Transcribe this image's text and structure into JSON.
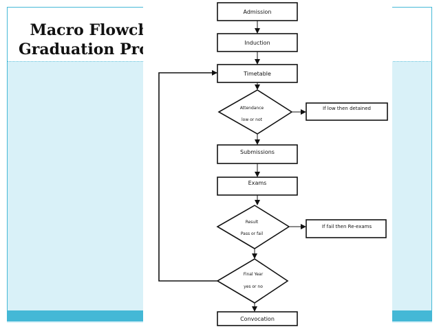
{
  "slide": {
    "title_line1": "Macro Flowchart",
    "title_line2": "Graduation Process"
  },
  "colors": {
    "accent": "#44b8d6",
    "band": "#d9f1f8",
    "stroke": "#111111"
  },
  "flowchart": {
    "admission": "Admission",
    "induction": "Induction",
    "timetable": "Timetable",
    "attendance_line1": "Attendance",
    "attendance_line2": "low or not",
    "detained": "If low then detained",
    "submissions": "Submissions",
    "exams": "Exams",
    "result_line1": "Result",
    "result_line2": "Pass or fail",
    "reexams": "If fail then Re-exams",
    "finalyear_line1": "Final Year",
    "finalyear_line2": "yes or no",
    "convocation": "Convocation"
  }
}
